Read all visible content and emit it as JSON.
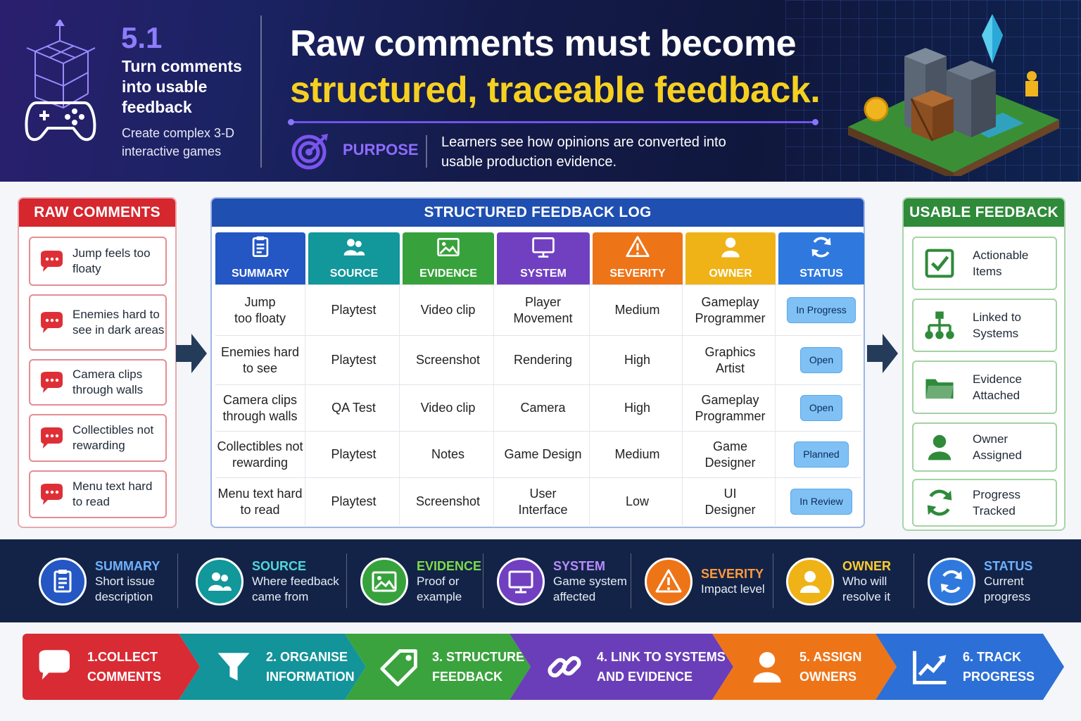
{
  "header": {
    "number": "5.1",
    "subtitle": "Turn comments into usable feedback",
    "course": "Create complex 3-D interactive games",
    "title_line1": "Raw comments must become",
    "title_line2": "structured, traceable feedback.",
    "purpose_label": "PURPOSE",
    "purpose_text": "Learners see how opinions are converted into usable production evidence."
  },
  "raw": {
    "title": "RAW COMMENTS",
    "items": [
      "Jump feels too floaty",
      "Enemies hard to see in dark areas",
      "Camera clips through walls",
      "Collectibles not rewarding",
      "Menu text hard to read"
    ]
  },
  "log": {
    "title": "STRUCTURED FEEDBACK LOG",
    "columns": [
      {
        "label": "SUMMARY",
        "color": "#2456c4",
        "icon": "clipboard-icon"
      },
      {
        "label": "SOURCE",
        "color": "#12979a",
        "icon": "users-icon"
      },
      {
        "label": "EVIDENCE",
        "color": "#37a23c",
        "icon": "image-icon"
      },
      {
        "label": "SYSTEM",
        "color": "#7140c1",
        "icon": "monitor-icon"
      },
      {
        "label": "SEVERITY",
        "color": "#ee7418",
        "icon": "warning-icon"
      },
      {
        "label": "OWNER",
        "color": "#efb317",
        "icon": "person-icon"
      },
      {
        "label": "STATUS",
        "color": "#2f79de",
        "icon": "refresh-icon"
      }
    ],
    "rows": [
      {
        "summary": "Jump\ntoo floaty",
        "source": "Playtest",
        "evidence": "Video clip",
        "system": "Player\nMovement",
        "severity": "Medium",
        "owner": "Gameplay\nProgrammer",
        "status": "In Progress"
      },
      {
        "summary": "Enemies hard\nto see",
        "source": "Playtest",
        "evidence": "Screenshot",
        "system": "Rendering",
        "severity": "High",
        "owner": "Graphics\nArtist",
        "status": "Open"
      },
      {
        "summary": "Camera clips\nthrough walls",
        "source": "QA Test",
        "evidence": "Video clip",
        "system": "Camera",
        "severity": "High",
        "owner": "Gameplay\nProgrammer",
        "status": "Open"
      },
      {
        "summary": "Collectibles not\nrewarding",
        "source": "Playtest",
        "evidence": "Notes",
        "system": "Game Design",
        "severity": "Medium",
        "owner": "Game\nDesigner",
        "status": "Planned"
      },
      {
        "summary": "Menu text hard\nto read",
        "source": "Playtest",
        "evidence": "Screenshot",
        "system": "User\nInterface",
        "severity": "Low",
        "owner": "UI\nDesigner",
        "status": "In Review"
      }
    ]
  },
  "usable": {
    "title": "USABLE FEEDBACK",
    "items": [
      {
        "label": "Actionable Items",
        "icon": "checkbox-icon"
      },
      {
        "label": "Linked to Systems",
        "icon": "hierarchy-icon"
      },
      {
        "label": "Evidence Attached",
        "icon": "folder-icon"
      },
      {
        "label": "Owner Assigned",
        "icon": "person-icon"
      },
      {
        "label": "Progress Tracked",
        "icon": "refresh-icon"
      }
    ]
  },
  "legend": [
    {
      "title": "SUMMARY",
      "desc": "Short issue description",
      "color": "#2456c4",
      "title_color": "#6fb2ff"
    },
    {
      "title": "SOURCE",
      "desc": "Where feedback came from",
      "color": "#12979a",
      "title_color": "#4fd8dc"
    },
    {
      "title": "EVIDENCE",
      "desc": "Proof or example",
      "color": "#37a23c",
      "title_color": "#7cdc4a"
    },
    {
      "title": "SYSTEM",
      "desc": "Game system affected",
      "color": "#7140c1",
      "title_color": "#b88cff"
    },
    {
      "title": "SEVERITY",
      "desc": "Impact level",
      "color": "#ee7418",
      "title_color": "#ff9a3c"
    },
    {
      "title": "OWNER",
      "desc": "Who will resolve it",
      "color": "#efb317",
      "title_color": "#ffcc2e"
    },
    {
      "title": "STATUS",
      "desc": "Current progress",
      "color": "#2f79de",
      "title_color": "#6fb2ff"
    }
  ],
  "steps": [
    {
      "label": "1.COLLECT\nCOMMENTS",
      "color": "#d92b34",
      "icon": "chat-icon"
    },
    {
      "label": "2. ORGANISE\nINFORMATION",
      "color": "#13939a",
      "icon": "funnel-icon"
    },
    {
      "label": "3. STRUCTURE\nFEEDBACK",
      "color": "#3aa33d",
      "icon": "tag-icon"
    },
    {
      "label": "4. LINK TO SYSTEMS\nAND EVIDENCE",
      "color": "#6a3eb8",
      "icon": "link-icon"
    },
    {
      "label": "5. ASSIGN\nOWNERS",
      "color": "#ee7418",
      "icon": "person-icon"
    },
    {
      "label": "6. TRACK\nPROGRESS",
      "color": "#2c6fd6",
      "icon": "trend-chart-icon"
    }
  ]
}
